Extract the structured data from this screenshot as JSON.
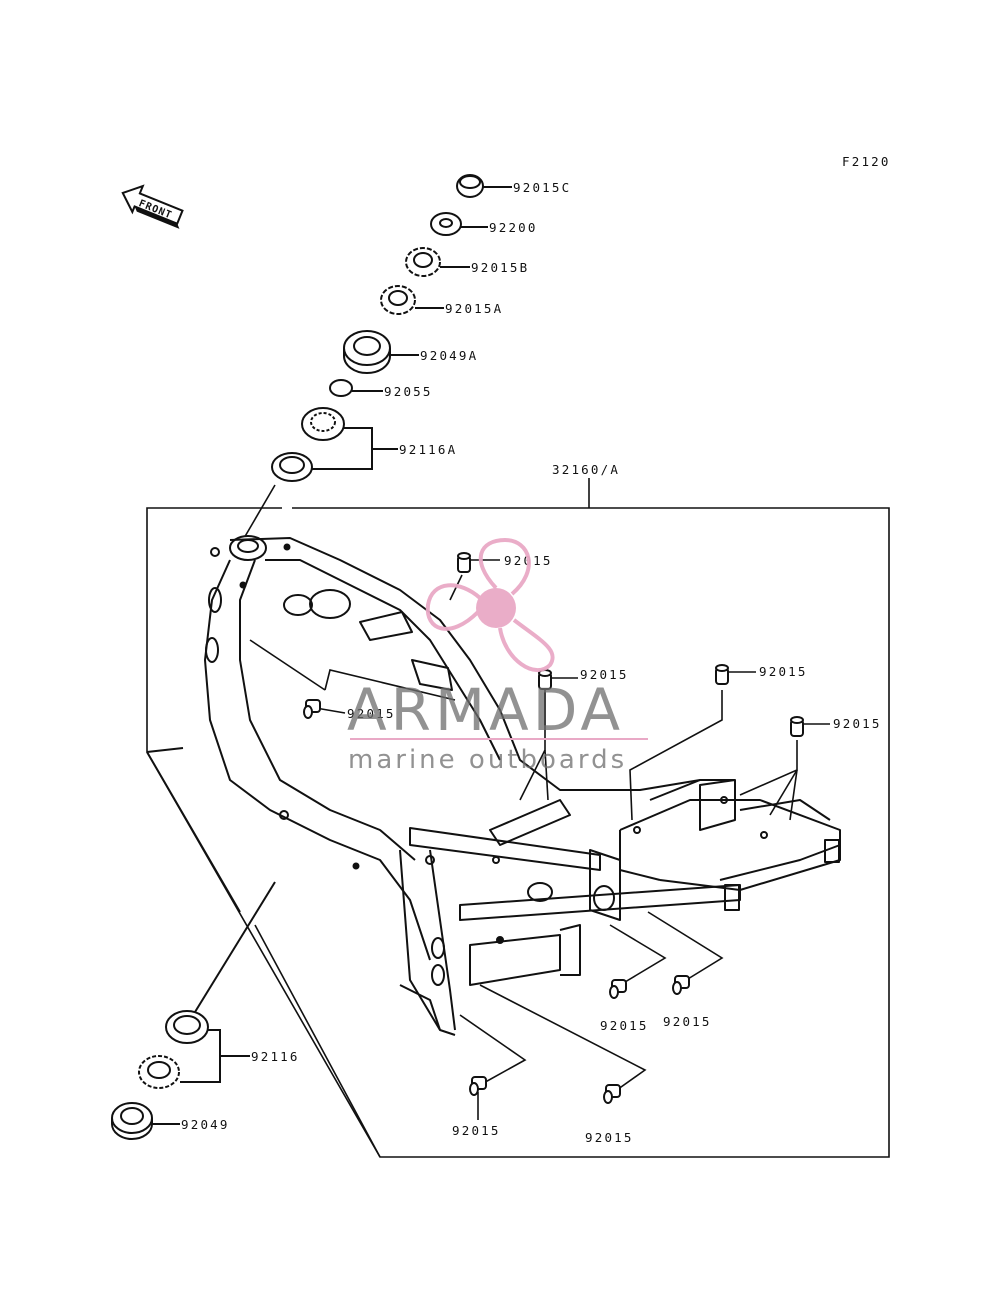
{
  "figure_code": "F2120",
  "front_label": "FRONT",
  "assembly_label": "32160/A",
  "callouts": {
    "p92015C": "92015C",
    "p92200": "92200",
    "p92015B": "92015B",
    "p92015A": "92015A",
    "p92049A": "92049A",
    "p92055": "92055",
    "p92116A": "92116A",
    "p92116": "92116",
    "p92049": "92049",
    "p92015": "92015"
  },
  "watermark": {
    "brand": "ARMADA",
    "tagline": "marine outboards",
    "logo_color": "#e9a9c6",
    "text_color": "#6e6e6e"
  }
}
